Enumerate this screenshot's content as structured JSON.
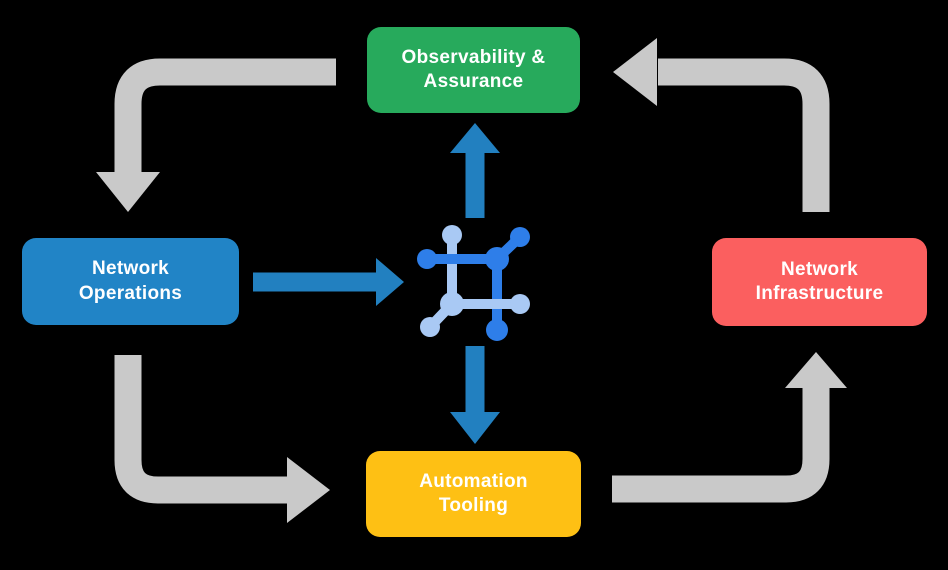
{
  "diagram": {
    "nodes": {
      "observability": {
        "label": "Observability &\nAssurance",
        "color": "#27aa5c"
      },
      "operations": {
        "label": "Network\nOperations",
        "color": "#2184c6"
      },
      "infrastructure": {
        "label": "Network\nInfrastructure",
        "color": "#fb5f5f"
      },
      "automation": {
        "label": "Automation\nTooling",
        "color": "#fec014"
      }
    },
    "center_icon": "network-automation-icon",
    "colors": {
      "background": "#000000",
      "text": "#ffffff",
      "cycle_arrow": "#c9c9c9",
      "flow_arrow": "#2280c0",
      "icon_primary": "#2e7ee9",
      "icon_secondary": "#a9c9f4"
    }
  }
}
